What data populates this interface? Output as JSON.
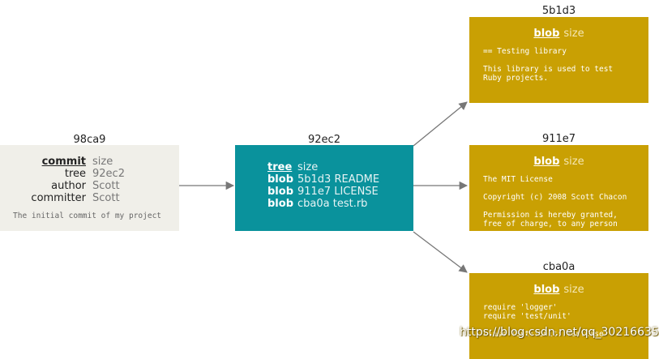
{
  "commit": {
    "id": "98ca9",
    "rows": [
      {
        "key": "commit",
        "value": "size"
      },
      {
        "key": "tree",
        "value": "92ec2"
      },
      {
        "key": "author",
        "value": "Scott"
      },
      {
        "key": "committer",
        "value": "Scott"
      }
    ],
    "message": "The initial commit of my project"
  },
  "tree": {
    "id": "92ec2",
    "rows": [
      {
        "key": "tree",
        "value": "size"
      },
      {
        "key": "blob",
        "value": "5b1d3 README"
      },
      {
        "key": "blob",
        "value": "911e7 LICENSE"
      },
      {
        "key": "blob",
        "value": "cba0a test.rb"
      }
    ]
  },
  "blobs": [
    {
      "id": "5b1d3",
      "header_key": "blob",
      "header_value": "size",
      "content": "== Testing library\n\nThis library is used to test\nRuby projects."
    },
    {
      "id": "911e7",
      "header_key": "blob",
      "header_value": "size",
      "content": "The MIT License\n\nCopyright (c) 2008 Scott Chacon\n\nPermission is hereby granted,\nfree of charge, to any person"
    },
    {
      "id": "cba0a",
      "header_key": "blob",
      "header_value": "size",
      "content": "require 'logger'\nrequire 'test/unit'\n\nclass Test::Unit::TestCase"
    }
  ],
  "watermark": "https://blog.csdn.net/qq_30216635",
  "colors": {
    "commit_bg": "#f0efe9",
    "tree_bg": "#0a929c",
    "blob_bg": "#c9a003",
    "arrow": "#777777"
  }
}
